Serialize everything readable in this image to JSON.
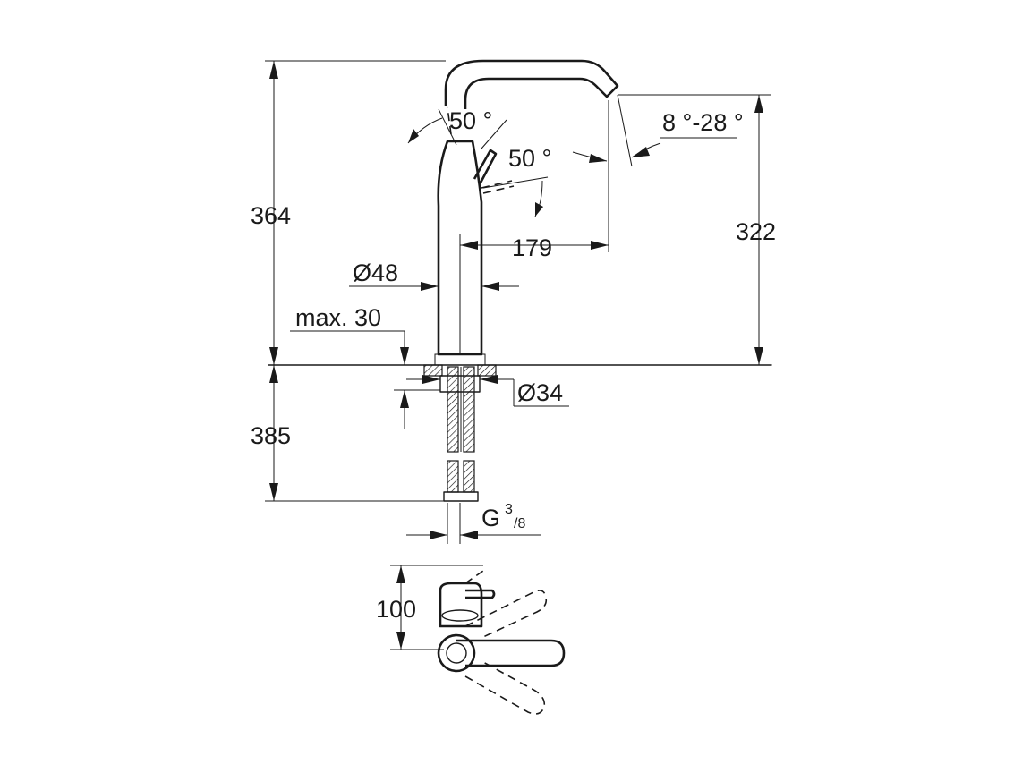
{
  "dimensions": {
    "total_height": "364",
    "spout_height": "322",
    "below_deck": "385",
    "spout_reach": "179",
    "body_diameter": "Ø48",
    "max_deck": "max. 30",
    "hole_diameter": "Ø34",
    "lever_angle_top": "50 °",
    "lever_angle_side": "50 °",
    "outlet_angle": "8 °-28 °",
    "connection_thread_letter": "G",
    "connection_thread_num": "3",
    "connection_thread_den": "/8",
    "top_view_depth": "100"
  }
}
